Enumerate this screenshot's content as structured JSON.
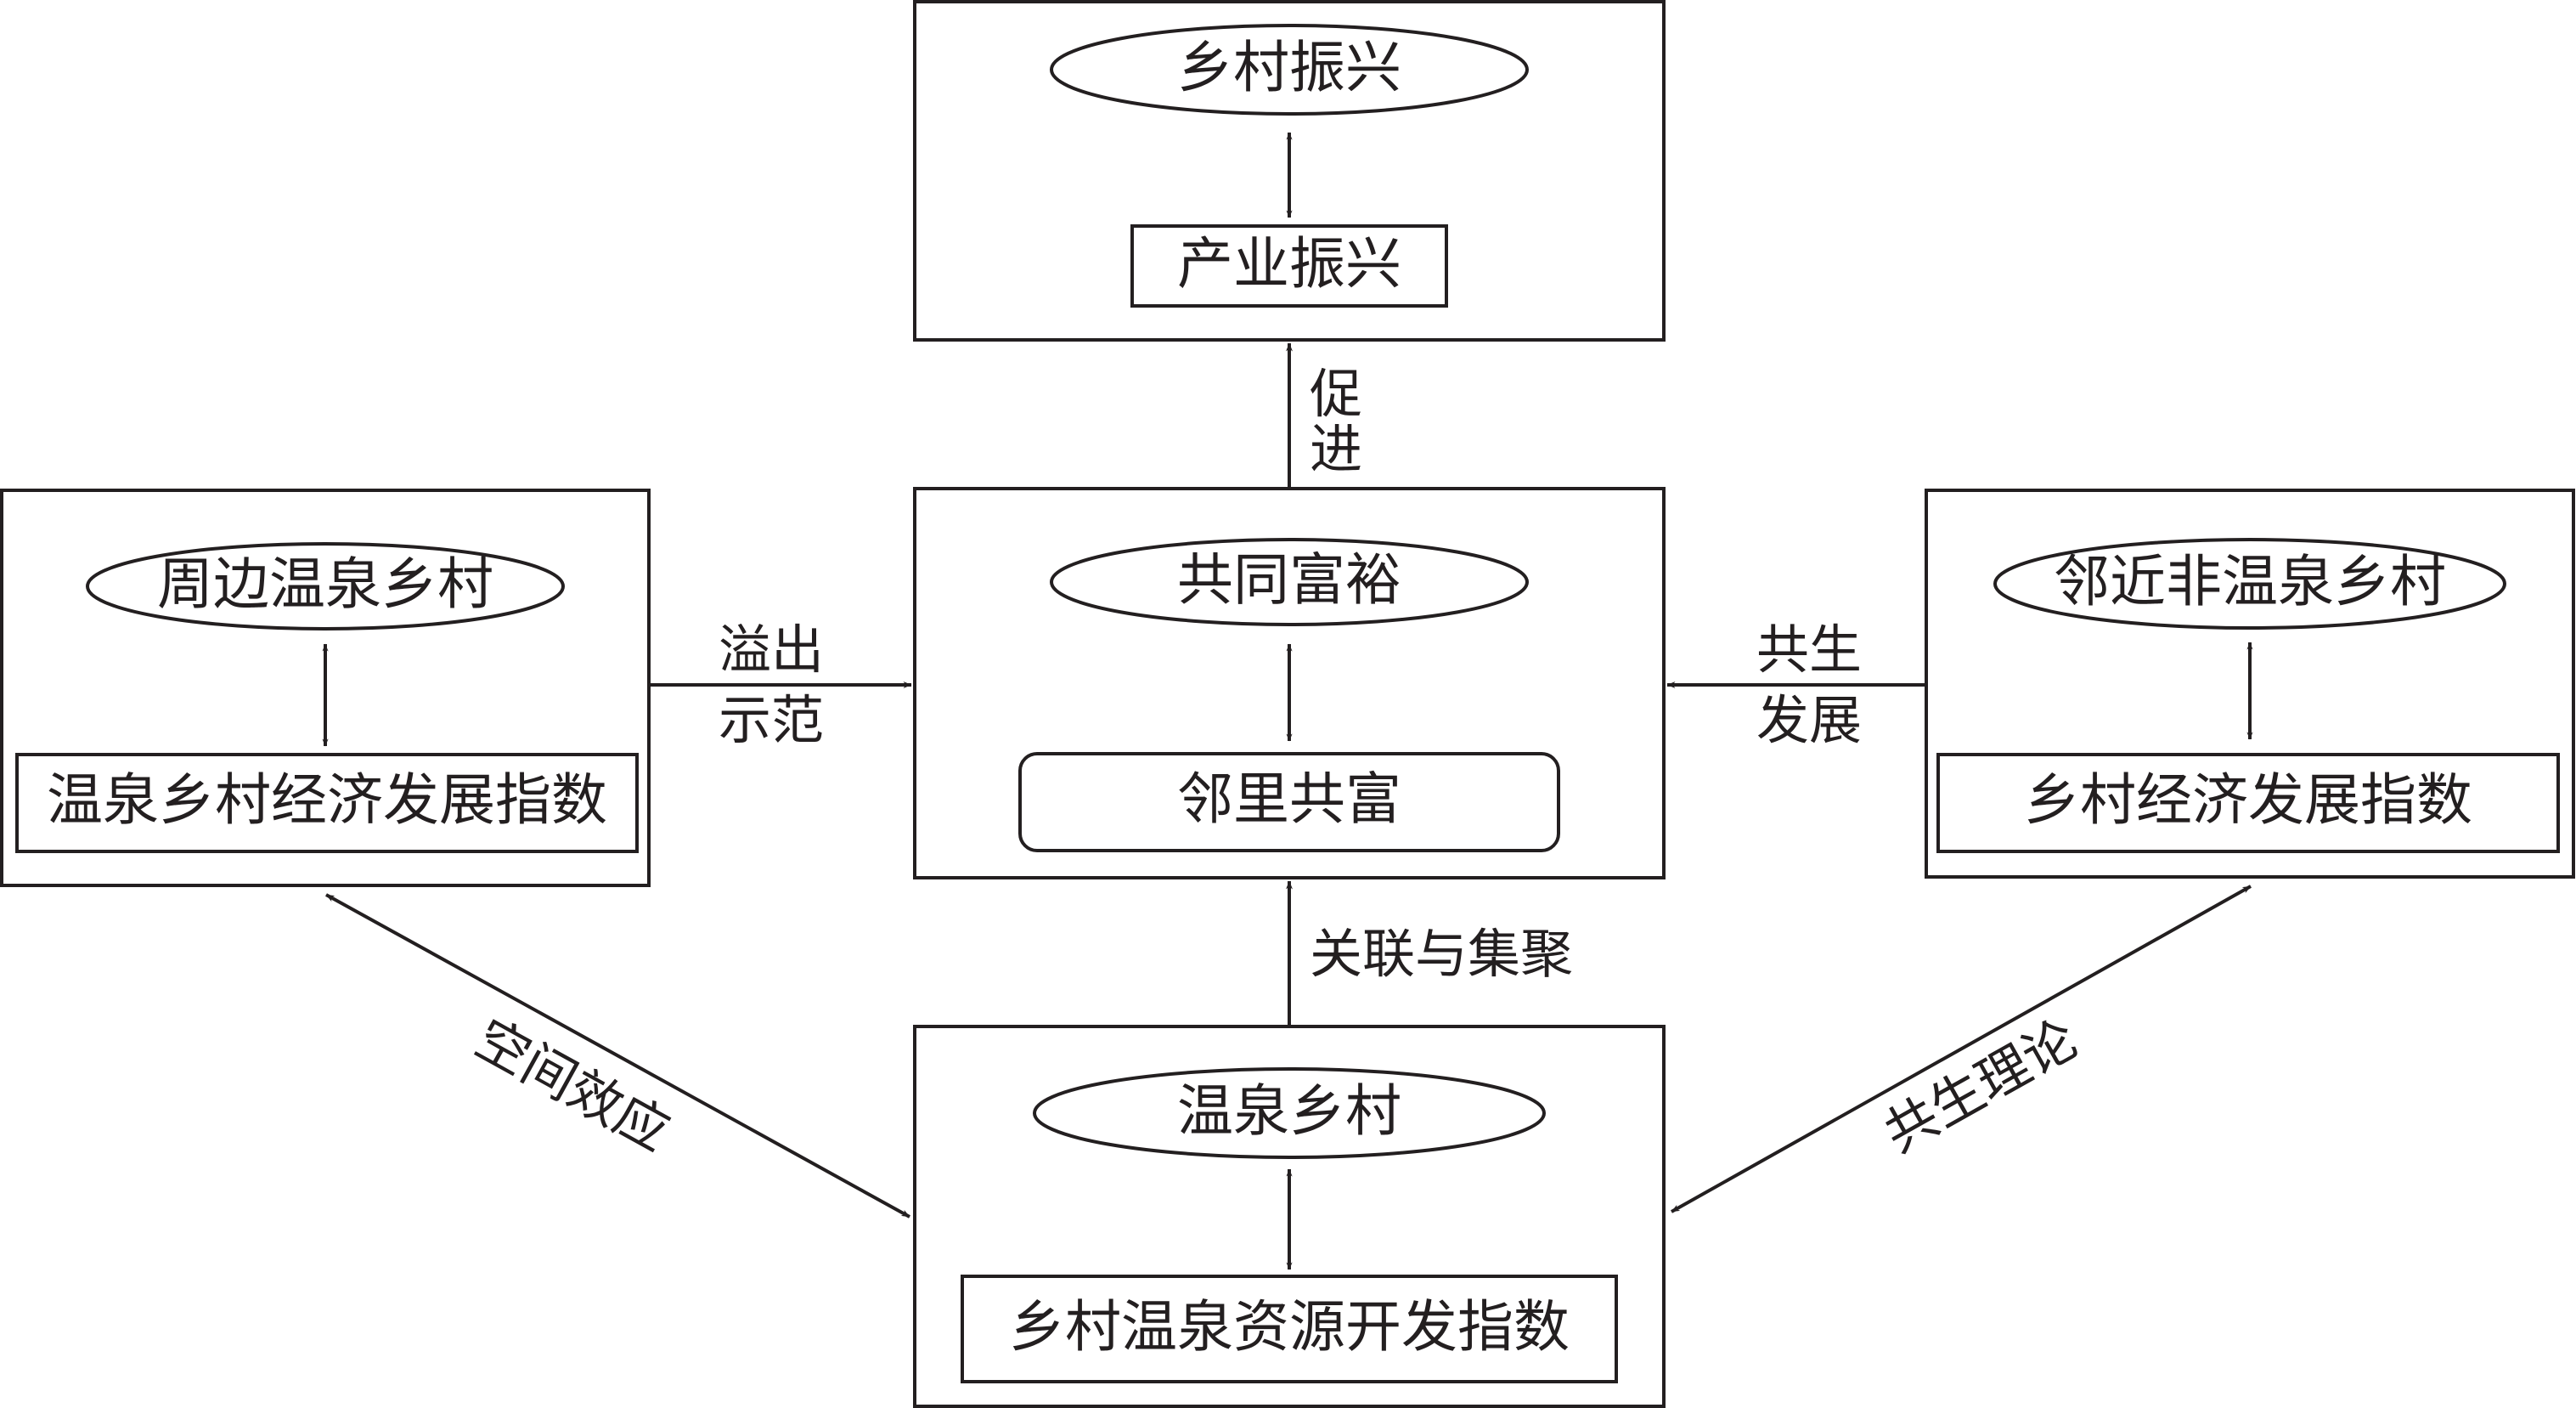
{
  "nodes": {
    "rural_revitalization": "乡村振兴",
    "industrial_revitalization": "产业振兴",
    "common_prosperity": "共同富裕",
    "neighborhood_prosperity": "邻里共富",
    "surrounding_hotspring_villages": "周边温泉乡村",
    "hotspring_village_econ_index": "温泉乡村经济发展指数",
    "adjacent_non_hotspring_villages": "邻近非温泉乡村",
    "village_econ_index": "乡村经济发展指数",
    "hotspring_villages": "温泉乡村",
    "hotspring_resource_dev_index": "乡村温泉资源开发指数"
  },
  "edges": {
    "promote_1": "促",
    "promote_2": "进",
    "spillover_1": "溢出",
    "spillover_2": "示范",
    "symbiosis_dev_1": "共生",
    "symbiosis_dev_2": "发展",
    "association": "关联与集聚",
    "spatial_effect": "空间效应",
    "symbiosis_theory": "共生理论"
  },
  "colors": {
    "ink": "#231f20",
    "background": "#ffffff"
  }
}
